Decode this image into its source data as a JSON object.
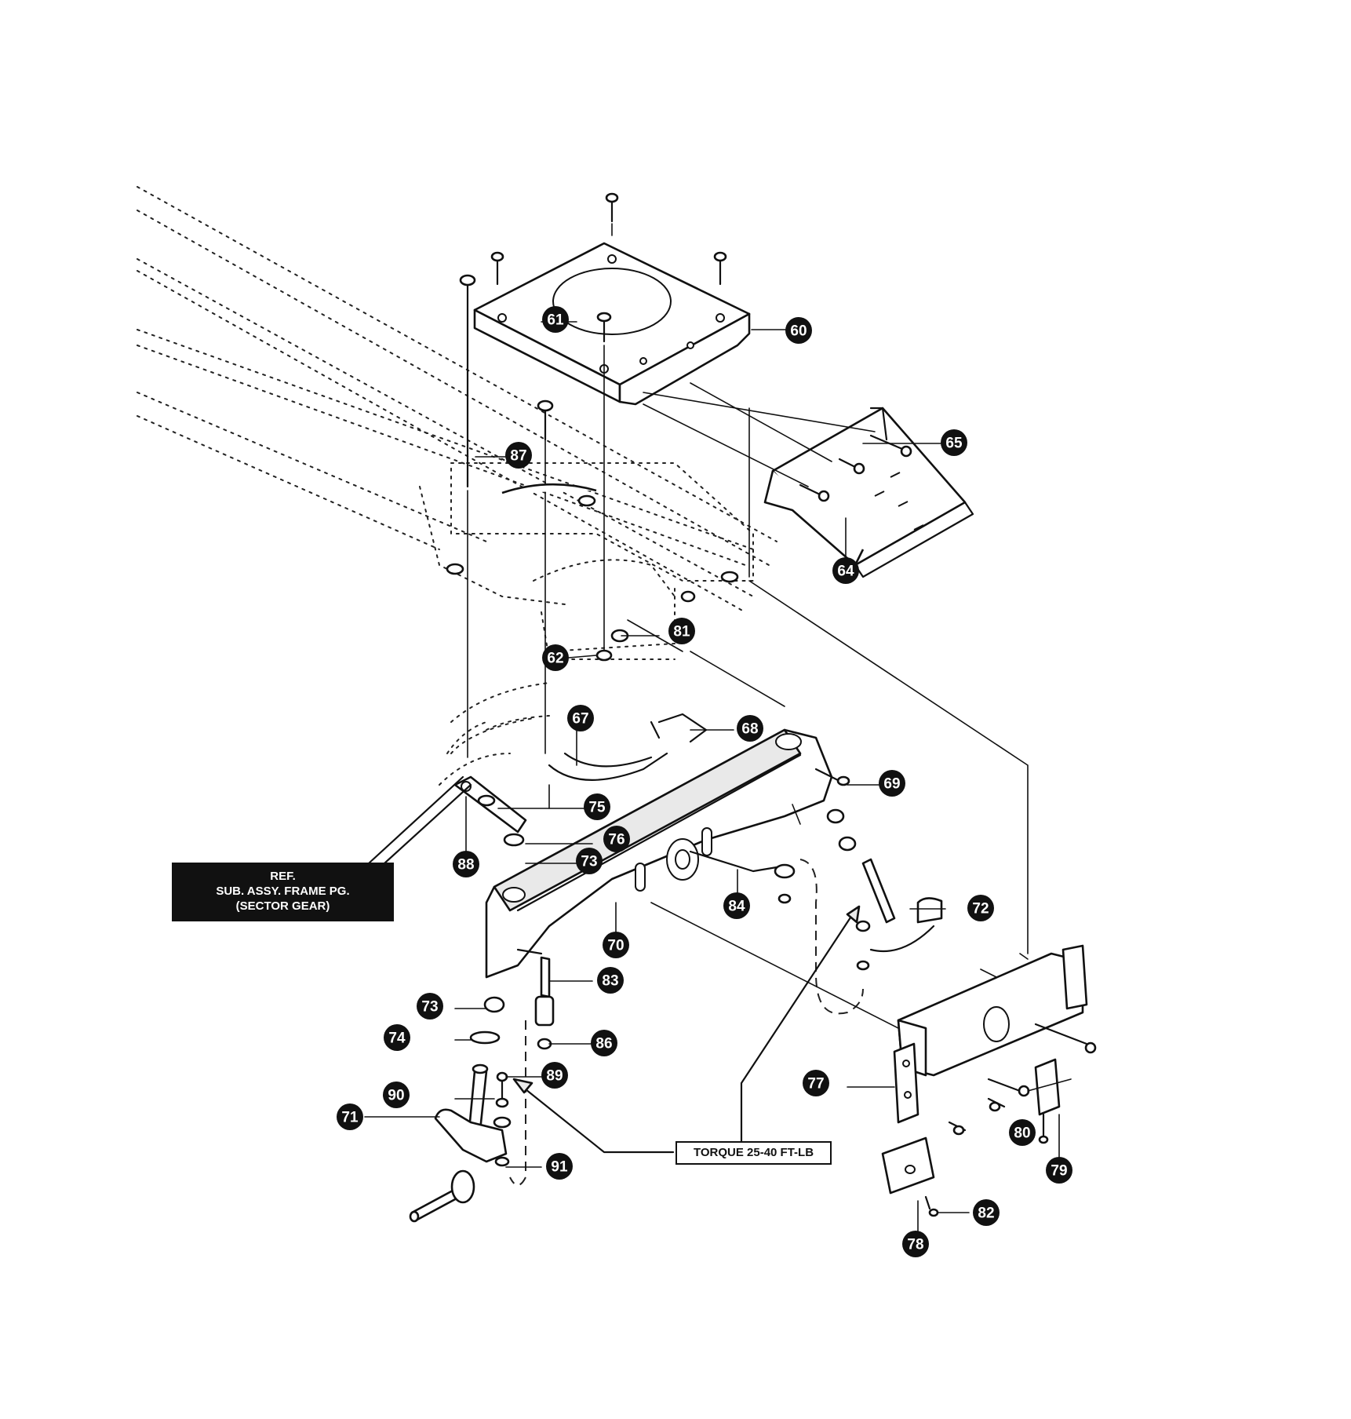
{
  "diagram": {
    "part_labels": [
      {
        "id": "60",
        "text": "60"
      },
      {
        "id": "61",
        "text": "61"
      },
      {
        "id": "62",
        "text": "62"
      },
      {
        "id": "64",
        "text": "64"
      },
      {
        "id": "65",
        "text": "65"
      },
      {
        "id": "67",
        "text": "67"
      },
      {
        "id": "68",
        "text": "68"
      },
      {
        "id": "69",
        "text": "69"
      },
      {
        "id": "70",
        "text": "70"
      },
      {
        "id": "71",
        "text": "71"
      },
      {
        "id": "72",
        "text": "72"
      },
      {
        "id": "73a",
        "text": "73"
      },
      {
        "id": "73b",
        "text": "73"
      },
      {
        "id": "74",
        "text": "74"
      },
      {
        "id": "75",
        "text": "75"
      },
      {
        "id": "76",
        "text": "76"
      },
      {
        "id": "77",
        "text": "77"
      },
      {
        "id": "78",
        "text": "78"
      },
      {
        "id": "79",
        "text": "79"
      },
      {
        "id": "80",
        "text": "80"
      },
      {
        "id": "81",
        "text": "81"
      },
      {
        "id": "82",
        "text": "82"
      },
      {
        "id": "83",
        "text": "83"
      },
      {
        "id": "84",
        "text": "84"
      },
      {
        "id": "86",
        "text": "86"
      },
      {
        "id": "87",
        "text": "87"
      },
      {
        "id": "88",
        "text": "88"
      },
      {
        "id": "89",
        "text": "89"
      },
      {
        "id": "90",
        "text": "90"
      },
      {
        "id": "91",
        "text": "91"
      }
    ],
    "ref_note": {
      "line1": "REF.",
      "line2": "SUB. ASSY. FRAME PG.",
      "line3": "(SECTOR GEAR)"
    },
    "torque_note": "TORQUE 25-40 FT-LB"
  },
  "colors": {
    "ink": "#111111",
    "paper": "#ffffff"
  }
}
